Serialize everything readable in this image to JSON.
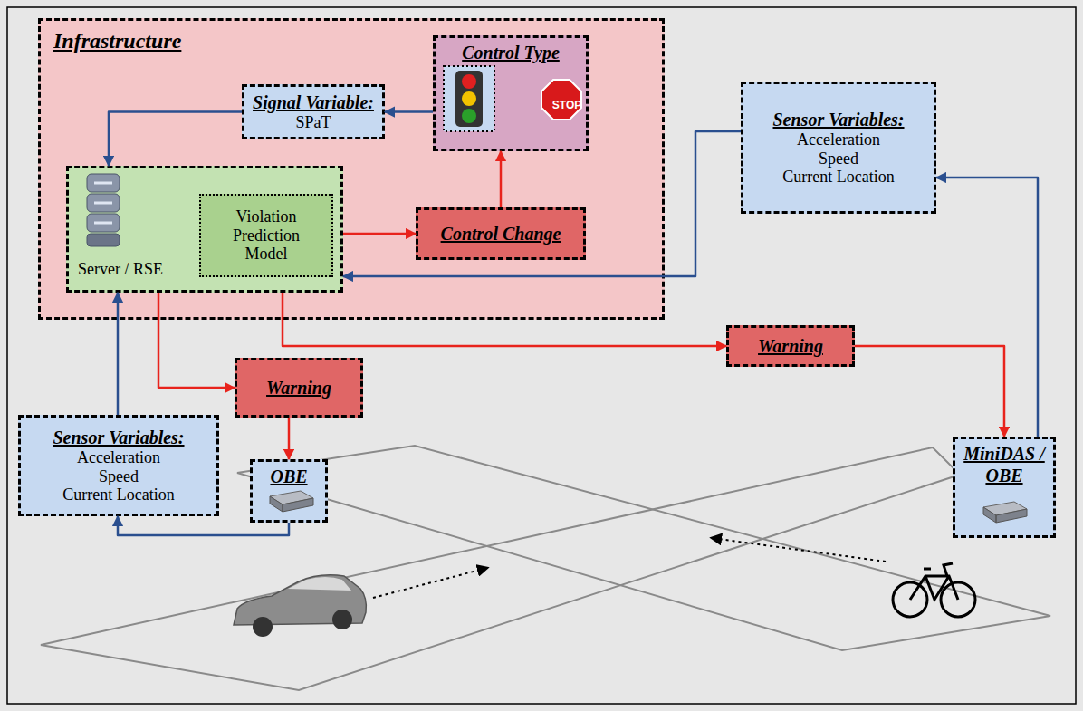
{
  "diagram": {
    "nodes": [
      {
        "text": [
          "Infrastructure"
        ]
      },
      {
        "text": [
          "Control Type"
        ],
        "in": 0
      },
      {
        "text": [
          "Signal Variable:",
          "SPaT"
        ],
        "in": 0
      },
      {
        "text": [
          "Server / RSE"
        ],
        "in": 0
      },
      {
        "text": [
          "Violation Prediction Model"
        ],
        "in": 3
      },
      {
        "text": [
          "Control Change"
        ],
        "in": 0
      },
      {
        "text": [
          "Sensor Variables:",
          "Acceleration",
          "Speed",
          "Current Location"
        ]
      },
      {
        "text": [
          "Warning"
        ]
      },
      {
        "text": [
          "Warning"
        ]
      },
      {
        "text": [
          "Sensor Variables:",
          "Acceleration",
          "Speed",
          "Current Location"
        ]
      },
      {
        "text": [
          "OBE"
        ]
      },
      {
        "text": [
          "MiniDAS / OBE"
        ]
      }
    ],
    "edges": [
      {
        "from": 1,
        "to": 2,
        "arrow": "to"
      },
      {
        "from": 2,
        "to": 3,
        "arrow": "to"
      },
      {
        "from": 3,
        "to": 5,
        "arrow": "to"
      },
      {
        "from": 5,
        "to": 1,
        "arrow": "to"
      },
      {
        "from": 6,
        "to": 3,
        "arrow": "to"
      },
      {
        "from": 3,
        "to": 7,
        "arrow": "to"
      },
      {
        "from": 7,
        "to": 11,
        "arrow": "to"
      },
      {
        "from": 11,
        "to": 6,
        "arrow": "to"
      },
      {
        "from": 3,
        "to": 8,
        "arrow": "to"
      },
      {
        "from": 8,
        "to": 10,
        "arrow": "to"
      },
      {
        "from": 10,
        "to": 9,
        "arrow": "to"
      },
      {
        "from": 9,
        "to": 3,
        "arrow": "to"
      }
    ],
    "labels": [
      "STOP"
    ]
  }
}
